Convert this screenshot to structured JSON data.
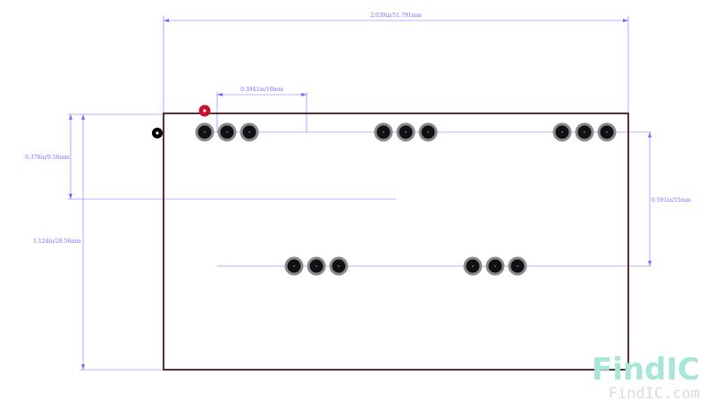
{
  "dimensions": {
    "width_label": "2.039in/51.791mm",
    "pitch_label": "0.3941in/10mm",
    "top_offset_label": "0.376in/9.56mm",
    "height_label": "1.124in/28.56mm",
    "row_spacing_label": "0.591in/15mm"
  },
  "watermark": {
    "logo_text": "FindIC",
    "url_text": "FindIC.com"
  },
  "colors": {
    "dimension_line": "#6f6fff",
    "board_outline": "#2a0000",
    "pad_ring": "#8a8a8a",
    "pad_core": "#111111",
    "pin1_marker": "#c8102e",
    "watermark_logo": "#a8e6d8",
    "watermark_url": "#dcdcdc"
  },
  "board": {
    "top_row_groups": 3,
    "bottom_row_groups": 2,
    "pins_per_group": 3
  }
}
